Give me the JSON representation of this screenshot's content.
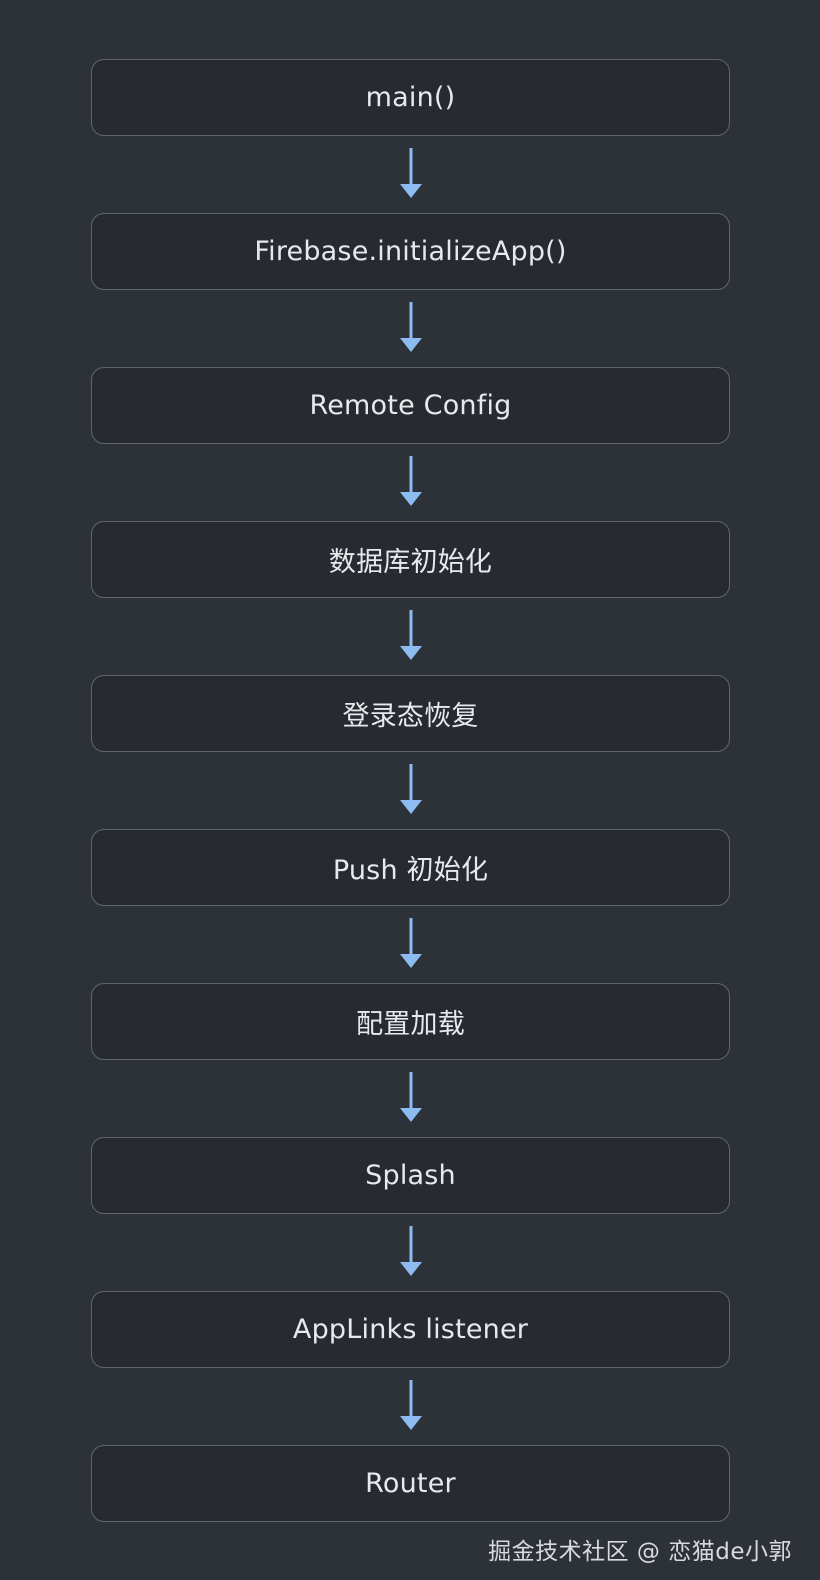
{
  "steps": [
    "main()",
    "Firebase.initializeApp()",
    "Remote Config",
    "数据库初始化",
    "登录态恢复",
    "Push 初始化",
    "配置加载",
    "Splash",
    "AppLinks listener",
    "Router"
  ],
  "watermark": "掘金技术社区 @ 恋猫de小郭",
  "colors": {
    "background": "#2d3138",
    "box_fill": "#272a30",
    "box_border": "#5f6570",
    "arrow": "#8cbcf0",
    "text": "#e8e9ec"
  }
}
